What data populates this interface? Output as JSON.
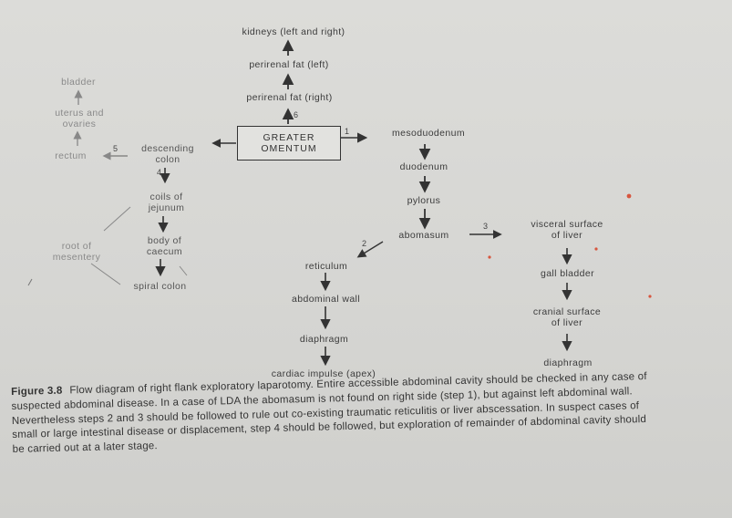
{
  "diagram": {
    "box": {
      "line1": "GREATER",
      "line2": "OMENTUM"
    },
    "nodes": {
      "kidneys": "kidneys (left and right)",
      "perirenal_left": "perirenal fat (left)",
      "perirenal_right": "perirenal fat (right)",
      "mesoduodenum": "mesoduodenum",
      "duodenum": "duodenum",
      "pylorus": "pylorus",
      "abomasum": "abomasum",
      "visceral_surface_1": "visceral surface",
      "visceral_surface_2": "of liver",
      "gall_bladder": "gall bladder",
      "cranial_surface_1": "cranial surface",
      "cranial_surface_2": "of liver",
      "diaphragm_right": "diaphragm",
      "reticulum": "reticulum",
      "abdominal_wall": "abdominal wall",
      "diaphragm_mid": "diaphragm",
      "cardiac_impulse": "cardiac impulse (apex)",
      "descending_colon_1": "descending",
      "descending_colon_2": "colon",
      "coils_jejunum_1": "coils of",
      "coils_jejunum_2": "jejunum",
      "body_caecum_1": "body of",
      "body_caecum_2": "caecum",
      "spiral_colon": "spiral colon",
      "root_mesentery_1": "root of",
      "root_mesentery_2": "mesentery",
      "rectum": "rectum",
      "uterus_ovaries_1": "uterus and",
      "uterus_ovaries_2": "ovaries",
      "bladder": "bladder"
    },
    "steps": {
      "s1": "1",
      "s2": "2",
      "s3": "3",
      "s4": "4",
      "s5": "5",
      "s6": "6"
    }
  },
  "caption": {
    "label": "Figure 3.8",
    "text": "Flow diagram of right flank exploratory laparotomy. Entire accessible abdominal cavity should be checked in any case of suspected abdominal disease. In a case of LDA the abomasum is not found on right side (step 1), but against left abdominal wall. Nevertheless steps 2 and 3 should be followed to rule out co-existing traumatic reticulitis or liver abscessation. In suspect cases of small or large intestinal disease or displacement, step 4 should be followed, but exploration of remainder of abdominal cavity should be carried out at a later stage."
  },
  "colors": {
    "ink": "#333333",
    "faint_ink": "#8a8a8a",
    "paper": "#d8d8d5"
  }
}
